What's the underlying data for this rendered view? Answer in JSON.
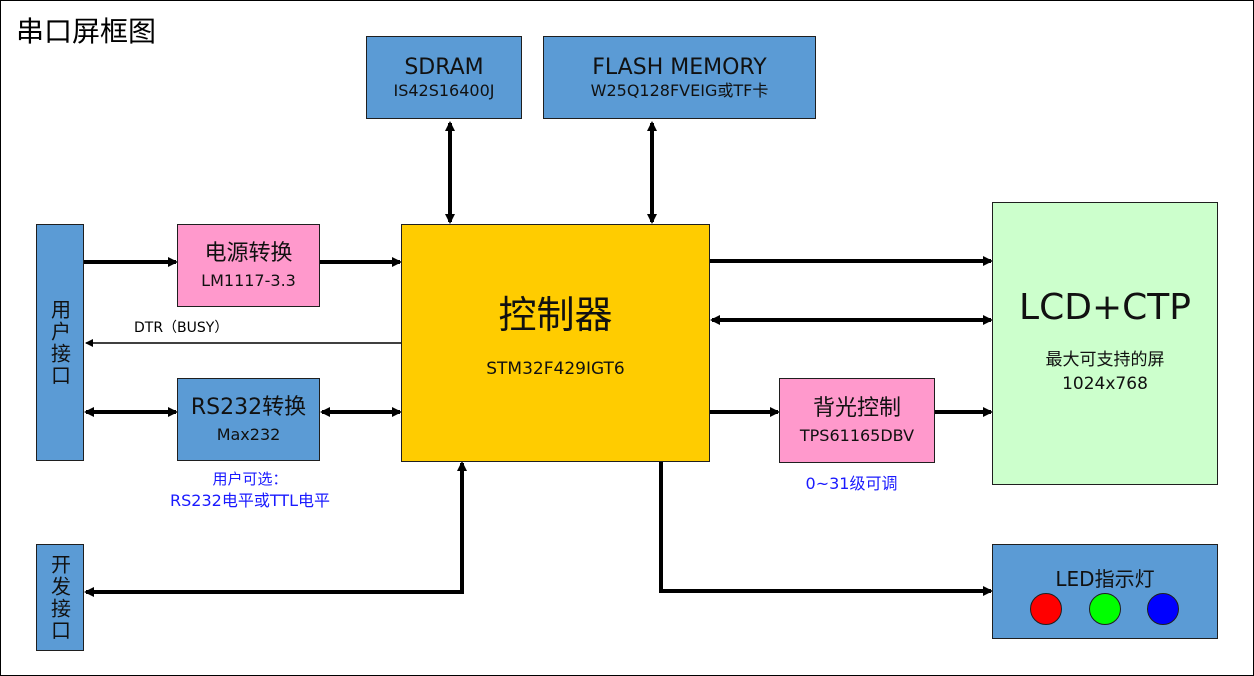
{
  "title": "串口屏框图",
  "sdram": {
    "name": "SDRAM",
    "part": "IS42S16400J"
  },
  "flash": {
    "name": "FLASH MEMORY",
    "part": "W25Q128FVEIG或TF卡"
  },
  "user_port": "用户接口",
  "dev_port": "开发接口",
  "power": {
    "name": "电源转换",
    "part": "LM1117-3.3"
  },
  "rs232": {
    "name": "RS232转换",
    "part": "Max232"
  },
  "dtr_label": "DTR（BUSY）",
  "rs232_note": {
    "line1": "用户可选：",
    "line2": "RS232电平或TTL电平"
  },
  "controller": {
    "name": "控制器",
    "part": "STM32F429IGT6"
  },
  "backlight": {
    "name": "背光控制",
    "part": "TPS61165DBV"
  },
  "backlight_note": "0~31级可调",
  "lcd": {
    "name": "LCD+CTP",
    "desc": "最大可支持的屏",
    "res": "1024x768"
  },
  "led_panel": {
    "name": "LED指示灯",
    "leds": [
      "red",
      "green",
      "blue"
    ]
  },
  "colors": {
    "box_blue": "#5b9bd5",
    "box_pink": "#ff99cc",
    "box_yellow": "#ffcc00",
    "box_green": "#ccffcc",
    "note_blue": "#1a1aff",
    "led_red": "#ff0000",
    "led_green": "#00ff00",
    "led_blue": "#0000ff"
  }
}
